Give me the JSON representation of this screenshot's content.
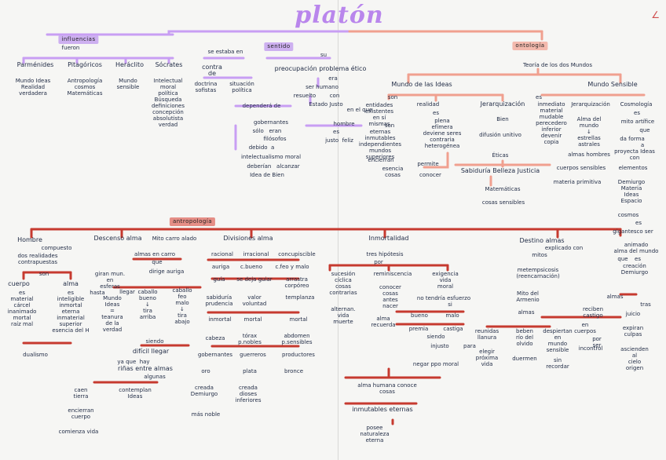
{
  "title": "platón",
  "colors": {
    "purple": "#b784f0",
    "orange": "#f0a08f",
    "red": "#c63a2f",
    "ink": "#1f2a44"
  },
  "influencias": {
    "header": "influencias",
    "fueron": "fueron",
    "items": [
      "Parménides",
      "Pitagóricos",
      "Heráclito",
      "Sócrates"
    ],
    "details": [
      "Mundo Ideas\nRealidad\nverdadera",
      "Antropología\ncosmos\nMatemáticas",
      "Mundo\nsensible",
      "Intelectual\nmoral\npolítica\nBúsqueda\ndefiniciones\nconcepción\nabsolutista\nverdad"
    ]
  },
  "sentido": {
    "header": "sentido",
    "estaba_en": "se estaba en",
    "su": "su",
    "contra": "contra\nde",
    "doctrina": "doctrina\nsofistas",
    "situacion": "situación\npolítica",
    "preocupacion": "preocupación problema ético",
    "era": "era",
    "ser_humano": "ser humano",
    "resuelto": "resuelto",
    "con": "con",
    "depende": "dependerá de",
    "estado_justo": "Estado Justo",
    "en_el_que": "en el que",
    "gobernantes": "gobernantes",
    "solo_eran": "sólo   eran",
    "filosofos": "filósofos",
    "debido_a": "debido  a",
    "intelectualismo": "intelectualismo moral",
    "deberian": "deberían   alcanzar",
    "idea_bien": "Idea de Bien",
    "hombre": "hombre",
    "es": "es",
    "justo_feliz": "justo  feliz"
  },
  "ontologia": {
    "header": "ontología",
    "teoria": "Teoría de los dos Mundos",
    "mundo_ideas": "Mundo de las Ideas",
    "mundo_sensible": "Mundo Sensible",
    "son": "son",
    "entidades": "entidades\nexistentes\nen sí\nmismas",
    "son2": "son",
    "eternas": "eternas\ninmutables\nindependientes\nmundos\nsuperiores",
    "realidad": "realidad",
    "es": "es",
    "plena": "plena\nefímera\ndeviene seres\ncontraria\nheterogénea",
    "jerarquizacion": "Jerarquización",
    "bien": "Bien",
    "difusion": "difusión unitivo",
    "eticas": "Éticas",
    "sabiduria": "Sabiduría Belleza Justicia",
    "matematicas": "Matemáticas",
    "cosas_sensibles": "cosas sensibles",
    "encierran": "encierran",
    "esencia": "esencia\ncosas",
    "permite": "permite",
    "conocer": "conocer",
    "es_ms": "es",
    "inmediato": "inmediato\nmaterial\nmudable\nperecedero\ninferior\ndevenir\ncopia",
    "jerarquizacion2": "Jerarquización",
    "cosmologia": "Cosmología",
    "alma_del_mundo": "Alma del\nmundo\n↓\nestrellas\nastrales",
    "almas_hombres": "almas hombres",
    "cuerpos_sensibles": "cuerpos sensibles",
    "materia_primitiva": "materia primitiva",
    "es2": "es",
    "mito": "mito artífice",
    "que": "que",
    "da_forma": "da forma",
    "a": "a",
    "proyecta": "proyecta Ideas\ncon",
    "elementos": "elementos",
    "demiurgo": "Demiurgo\nMateria\nIdeas\nEspacio",
    "cosmos": "cosmos",
    "es3": "es",
    "gigantesco": "gigantesco ser",
    "animado": "animado\nalma del mundo",
    "que2": "que",
    "es4": "es",
    "creacion": "creación\nDemiurgo"
  },
  "antropologia": {
    "header": "antropología",
    "hombre": "Hombre",
    "compuesto": "compuesto",
    "dos_realidades": "dos realidades\ncontrapuestas",
    "son": "son",
    "cuerpo": "cuerpo",
    "cuerpo_es": "es\nmaterial\ncárcel\ninanimado\nmortal\nraíz mal",
    "alma": "alma",
    "alma_es": "es\ninteligible\ninmortal\neterna\ninmaterial\nsuperior\nesencia del H",
    "dualismo": "dualismo",
    "descenso": "Descenso alma",
    "mito_carro": "Mito carro alado",
    "almas_carro": "almas en carro",
    "que": "que",
    "dirige": "dirige auriga",
    "giran": "giran mun.\nen\nesferas",
    "hasta": "hasta",
    "mundo_ideas": "Mundo\nIdeas\n=\nteanura\nde la\nverdad",
    "llegar": "llegar",
    "caballo_bueno": "caballo\nbueno\n↓\ntira\narriba",
    "caballo_feo": "caballo\nfeo\nmalo\n↓\ntira\nabajo",
    "siendo": "siendo",
    "dificil": "difícil llegar",
    "ya_que": "ya que  hay",
    "rinas": "riñas entre almas",
    "algunas": "algunas",
    "caen": "caen\ntierra",
    "contemplan": "contemplan\nIdeas",
    "encierran": "encierran\ncuerpo",
    "comienza": "comienza vida",
    "divisiones": "Divisiones alma",
    "racional": "racional",
    "irracional": "irracional",
    "concupiscible": "concupiscible",
    "auriga": "auriga",
    "c_bueno": "c.bueno",
    "c_feo": "c.feo y malo",
    "guia": "guía",
    "se_deja": "se deja guiar",
    "arrastra": "arrastra\ncorpóreo",
    "sabiduria": "sabiduría\nprudencia",
    "valor": "valor\nvoluntad",
    "templanza": "templanza",
    "inmortal": "inmortal",
    "mortal": "mortal",
    "mortal2": "mortal",
    "cabeza": "cabeza",
    "torax": "tórax\np.nobles",
    "abdomen": "abdomen\np.sensibles",
    "gobernantes": "gobernantes",
    "guerreros": "guerreros",
    "productores": "productores",
    "oro": "oro",
    "plata": "plata",
    "bronce": "bronce",
    "creada_demiurgo": "creada\nDemiurgo",
    "creada_dioses": "creada\ndioses\ninferiores",
    "mas_noble": "más noble",
    "inmortalidad": "Inmortalidad",
    "tres_hipotesis": "tres hipótesis",
    "por": "por",
    "sucesion": "sucesión\ncíclica\ncosas\ncontrarias",
    "reminiscencia": "reminiscencia",
    "conocer": "conocer\ncosas\nantes\nnacer",
    "exigencia": "exigencia\nvida\nmoral",
    "no_tendria": "no tendría esfuerzo",
    "si": "si",
    "alternan": "alternan.\nvida\nmuerte",
    "alma_recuerda": "alma\nrecuerda",
    "bueno": "bueno",
    "malo": "malo",
    "premia": "premia",
    "castiga": "castiga",
    "siendo2": "siendo",
    "injusto": "injusto",
    "negar": "negar ppo moral",
    "alma_conoce": "alma humana conoce\ncosas",
    "inmutables": "inmutables eternas",
    "posee": "posee\nnaturaleza\neterna",
    "destino": "Destino almas",
    "explicado": "explicado con",
    "mitos": "mitos",
    "metempsicosis": "metempsicosis\n(reencarnación)",
    "mito_er": "Mito del\nArmenio",
    "almas": "almas",
    "almas2": "almas",
    "reunidas": "reunidas\nllanura",
    "beben": "beben\nrío del\nolvido",
    "despiertan": "despiertan\nen\nmundo\nsensible",
    "para": "para",
    "elegir": "elegir\npróxima\nvida",
    "duermen": "duermen",
    "sin": "sin\nrecordar",
    "tras": "tras",
    "reciben": "reciben\ncastigo",
    "en_cuerpos": "en\ncuerpos",
    "por_ser": "por\nser",
    "incontrol": "incontrol",
    "juicio": "juicio",
    "expiran": "expiran\nculpas",
    "asciende": "ascienden\nal\ncielo\norigen"
  }
}
